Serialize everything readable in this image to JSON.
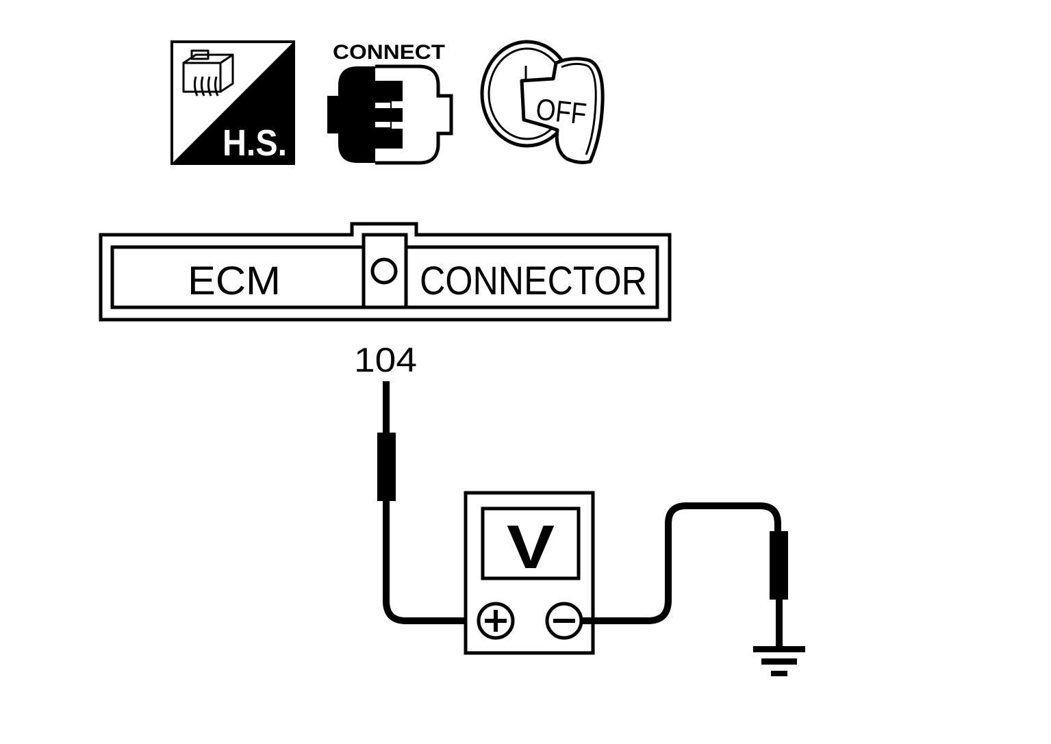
{
  "icons": {
    "harness_icon_name": "harness-connector-icon",
    "harness_text": "H.S.",
    "connect_text": "CONNECT",
    "connect_icon_name": "connector-plug-icon",
    "ignition_icon_name": "ignition-key-icon",
    "ignition_text": "OFF"
  },
  "connector": {
    "left_label": "ECM",
    "right_label": "CONNECTOR",
    "terminal_number": "104"
  },
  "meter": {
    "display": "V",
    "positive_symbol": "+",
    "negative_symbol": "−",
    "icon_name": "voltmeter-icon"
  },
  "ground": {
    "icon_name": "ground-icon"
  },
  "colors": {
    "ink": "#000000",
    "paper": "#ffffff"
  }
}
